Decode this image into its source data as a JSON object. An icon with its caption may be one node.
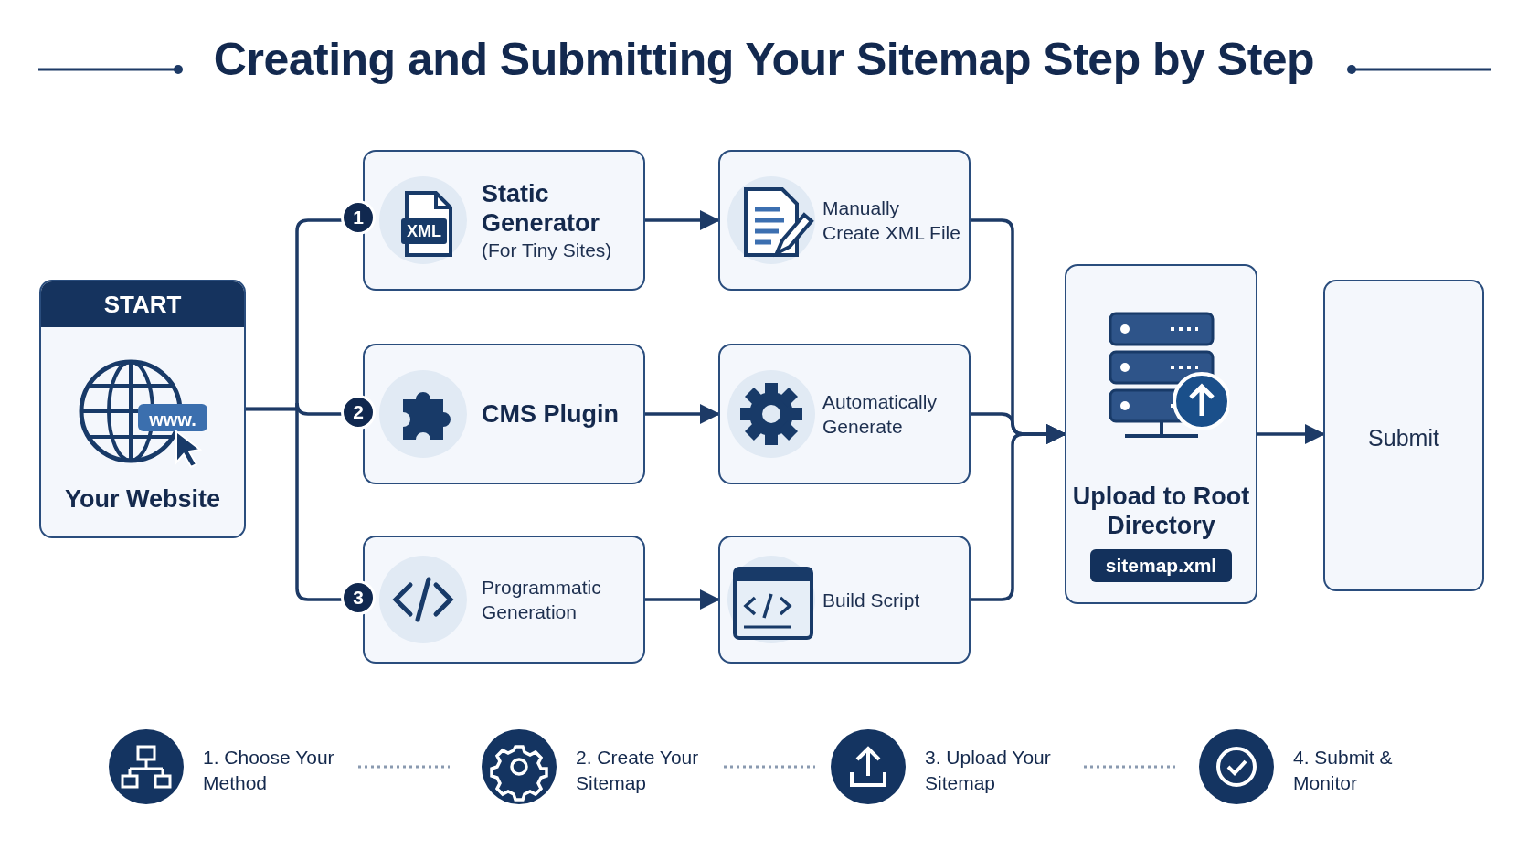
{
  "diagram": {
    "title": "Creating and Submitting Your Sitemap Step by Step",
    "nodes": [
      {
        "text": [
          "START",
          "Your Website"
        ]
      },
      {
        "text": [
          "Static Generator",
          "(For Tiny Sites)"
        ]
      },
      {
        "text": [
          "Manually Create XML File"
        ]
      },
      {
        "text": [
          "CMS Plugin"
        ]
      },
      {
        "text": [
          "Automatically Generate"
        ]
      },
      {
        "text": [
          "Programmatic Generation"
        ]
      },
      {
        "text": [
          "Build Script"
        ]
      },
      {
        "text": [
          "Upload to Root Directory",
          "sitemap.xml"
        ]
      },
      {
        "text": [
          "Submit"
        ]
      }
    ],
    "edges": [
      {
        "from": 0,
        "to": 1,
        "arrow": "none"
      },
      {
        "from": 0,
        "to": 3,
        "arrow": "none"
      },
      {
        "from": 0,
        "to": 5,
        "arrow": "none"
      },
      {
        "from": 1,
        "to": 2,
        "arrow": "to"
      },
      {
        "from": 3,
        "to": 4,
        "arrow": "to"
      },
      {
        "from": 5,
        "to": 6,
        "arrow": "to"
      },
      {
        "from": 2,
        "to": 7,
        "arrow": "to"
      },
      {
        "from": 4,
        "to": 7,
        "arrow": "to"
      },
      {
        "from": 6,
        "to": 7,
        "arrow": "to"
      },
      {
        "from": 7,
        "to": 8,
        "arrow": "to"
      }
    ],
    "labels": [
      "www.",
      "XML",
      "1",
      "2",
      "3",
      "1. Choose Your Method",
      "2. Create Your Sitemap",
      "3. Upload Your Sitemap",
      "4. Submit & Monitor"
    ]
  }
}
